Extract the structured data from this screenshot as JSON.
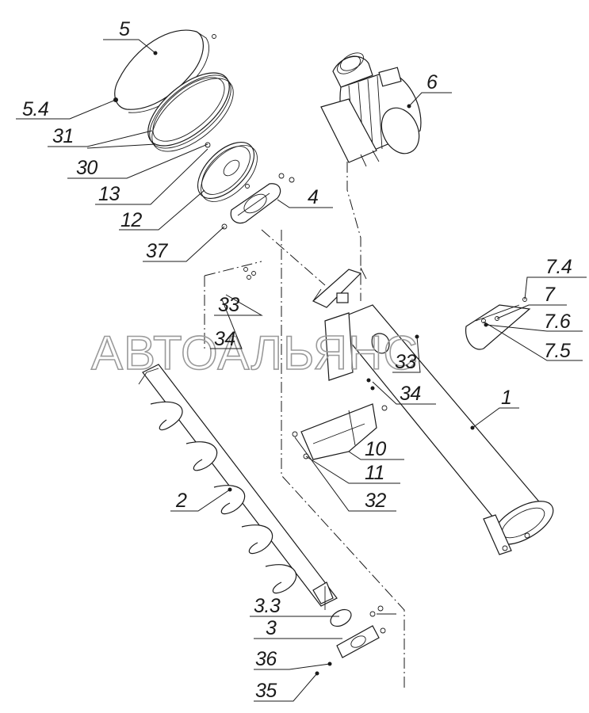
{
  "watermark": "АВТОАЛЬЯНС",
  "labels": {
    "l5": "5",
    "l5_4": "5.4",
    "l31": "31",
    "l30": "30",
    "l13": "13",
    "l12": "12",
    "l37": "37",
    "l4": "4",
    "l6": "6",
    "l33a": "33",
    "l34a": "34",
    "l33b": "33",
    "l34b": "34",
    "l7_4": "7.4",
    "l7": "7",
    "l7_6": "7.6",
    "l7_5": "7.5",
    "l1": "1",
    "l10": "10",
    "l11": "11",
    "l32": "32",
    "l2": "2",
    "l3_3": "3.3",
    "l3": "3",
    "l36": "36",
    "l35": "35"
  }
}
